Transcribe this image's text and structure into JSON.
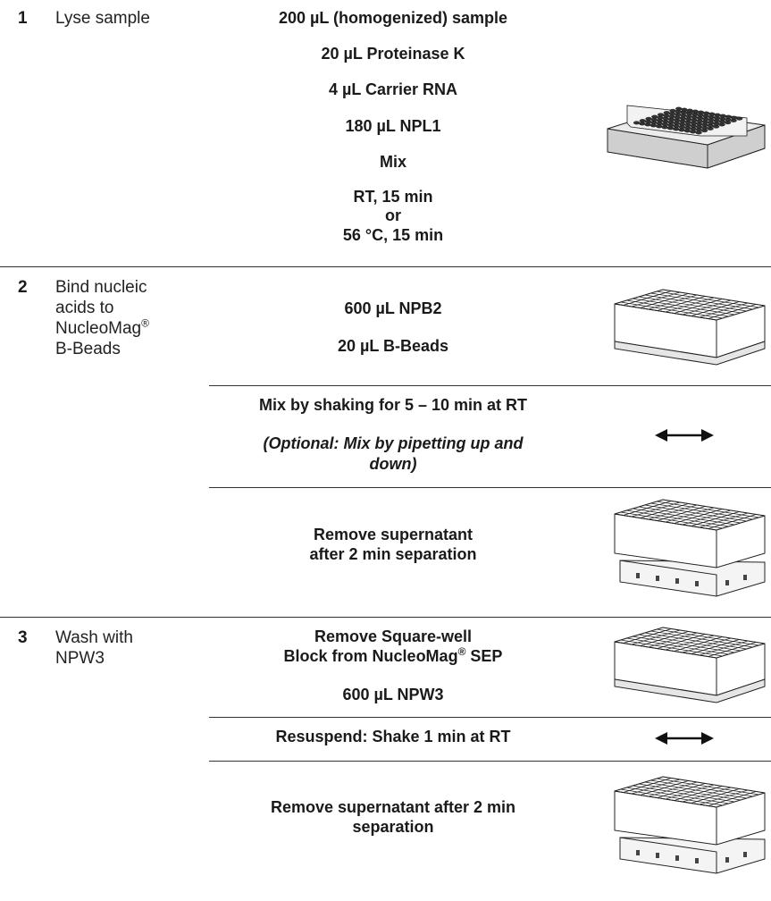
{
  "steps": [
    {
      "number": "1",
      "title": "Lyse sample",
      "instructions": [
        "200 µL (homogenized) sample",
        "20 µL Proteinase K",
        "4 µL Carrier RNA",
        "180 µL NPL1",
        "Mix",
        "RT, 15 min",
        "or",
        "56 °C, 15 min"
      ],
      "icon": "tube-rack-icon"
    },
    {
      "number": "2",
      "title_lines": [
        "Bind nucleic",
        "acids to",
        "NucleoMag",
        "B-Beads"
      ],
      "title_superscript": "®",
      "substeps": [
        {
          "lines": [
            "600 µL NPB2",
            "20 µL B-Beads"
          ],
          "icon": "square-well-block-icon"
        },
        {
          "lines": [
            "Mix by shaking for 5 – 10 min at RT"
          ],
          "italic_lines": [
            "(Optional: Mix by pipetting up and",
            "down)"
          ],
          "icon": "shake-arrow-icon"
        },
        {
          "lines": [
            "Remove supernatant",
            "after 2 min separation"
          ],
          "icon": "magnetic-separator-icon"
        }
      ]
    },
    {
      "number": "3",
      "title_lines": [
        "Wash with",
        "NPW3"
      ],
      "substeps": [
        {
          "lines": [
            "Remove Square-well",
            "Block from NucleoMag",
            "SEP",
            "600 µL NPW3"
          ],
          "superscript": "®",
          "icon": "square-well-block-icon"
        },
        {
          "lines": [
            "Resuspend: Shake 1 min at RT"
          ],
          "icon": "shake-arrow-icon"
        },
        {
          "lines": [
            "Remove supernatant after 2 min",
            "separation"
          ],
          "icon": "magnetic-separator-icon"
        }
      ]
    }
  ]
}
